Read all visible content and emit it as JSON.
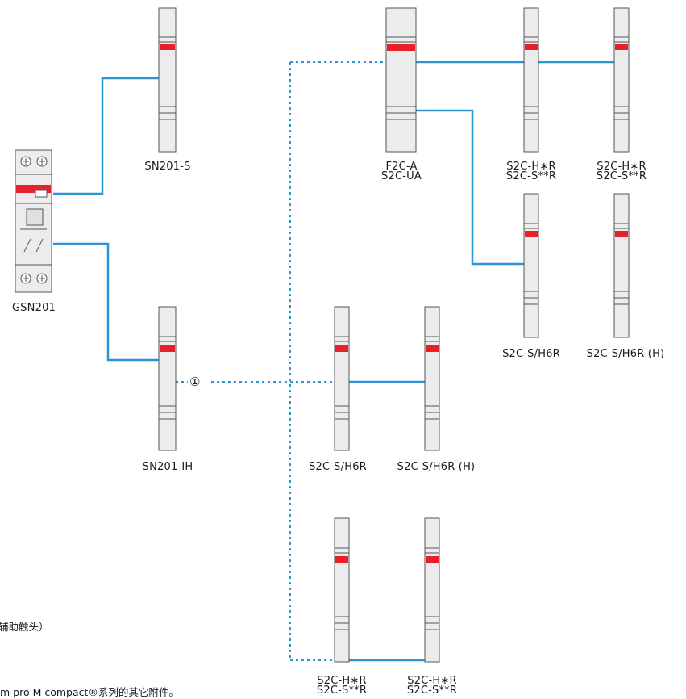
{
  "labels": {
    "sn201s": "SN201-S",
    "gsn201": "GSN201",
    "sn201ih": "SN201-IH",
    "f2c_line1": "F2C-A",
    "f2c_line2": "S2C-UA",
    "hr_line1": "S2C-H∗R",
    "hr_line2": "S2C-S**R",
    "s_h6r": "S2C-S/H6R",
    "s_h6r_h": "S2C-S/H6R (H)"
  },
  "marker": "①",
  "notes": {
    "note1": "辅助触头）",
    "note2": "m pro M compact®系列的其它附件。"
  },
  "colors": {
    "wire": "#2a94d6",
    "handle": "#e8202a"
  }
}
